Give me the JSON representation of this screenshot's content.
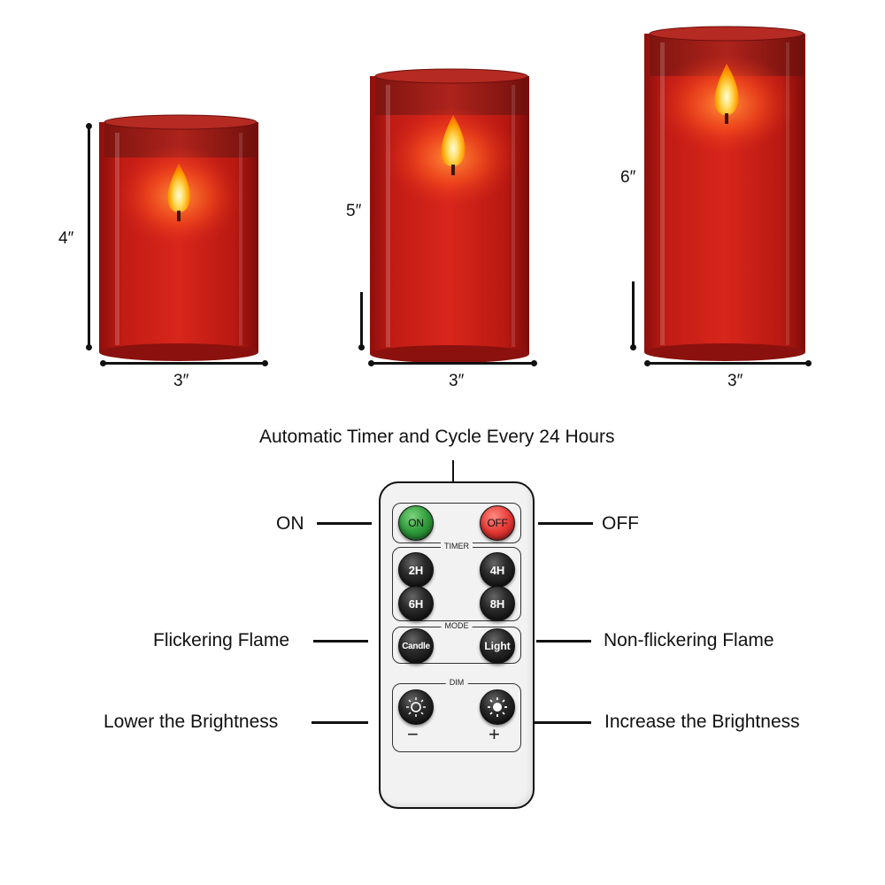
{
  "candles": [
    {
      "height_label": "4″",
      "width_label": "3″"
    },
    {
      "height_label": "5″",
      "width_label": "3″"
    },
    {
      "height_label": "6″",
      "width_label": "3″"
    }
  ],
  "timer_caption": "Automatic Timer and Cycle Every 24 Hours",
  "callouts": {
    "on": "ON",
    "off": "OFF",
    "flicker": "Flickering Flame",
    "non_flicker": "Non-flickering Flame",
    "lower": "Lower the Brightness",
    "increase": "Increase the Brightness"
  },
  "remote": {
    "on_label": "ON",
    "off_label": "OFF",
    "timer_title": "TIMER",
    "timer_buttons": [
      "2H",
      "4H",
      "6H",
      "8H"
    ],
    "mode_title": "MODE",
    "candle_label": "Candle",
    "light_label": "Light",
    "dim_title": "DIM",
    "minus": "−",
    "plus": "+"
  },
  "colors": {
    "candle_red": "#c8201a",
    "flame": "#ffb300",
    "on_green": "#2e9a3a",
    "off_red": "#e53935"
  },
  "icons": [
    "flame-icon",
    "sun-dim-icon",
    "sun-bright-icon"
  ]
}
